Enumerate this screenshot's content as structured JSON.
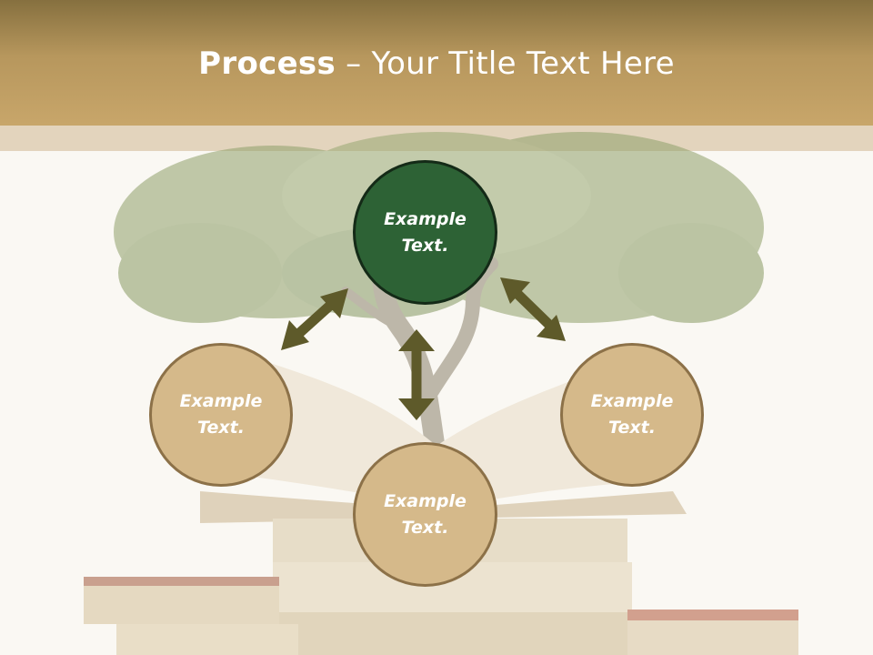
{
  "slide": {
    "title_bold": "Process",
    "title_rest": " – Your Title Text Here"
  },
  "nodes": {
    "top": "Example\nText.",
    "left": "Example\nText.",
    "right": "Example\nText.",
    "bottom": "Example\nText."
  },
  "colors": {
    "header": "#c8a66a",
    "node_tan": "#d5b98a",
    "node_green": "#2d6235",
    "arrow": "#5e5a2a"
  }
}
